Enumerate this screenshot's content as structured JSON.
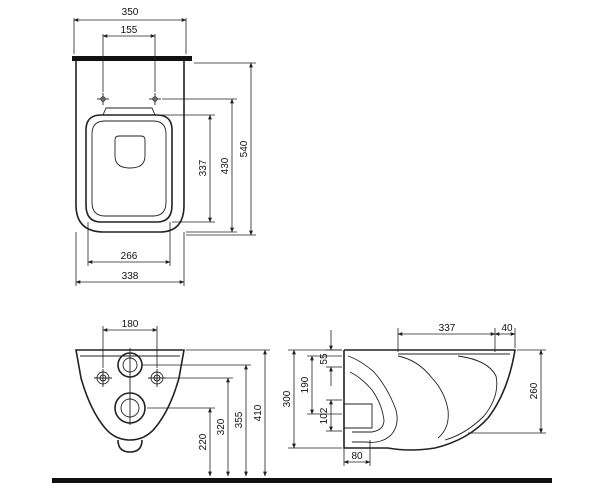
{
  "diagram": {
    "top_view": {
      "overall_width": "350",
      "bolt_spacing": "155",
      "seat_distance": "337",
      "bowl_length": "430",
      "overall_depth": "540",
      "inner_width": "266",
      "body_width": "338"
    },
    "front_view": {
      "fixing_spacing": "180",
      "outlet_height": "220",
      "fixing_low": "320",
      "fixing_high": "355",
      "overall_height": "410"
    },
    "side_view": {
      "projection": "337",
      "rim_offset": "40",
      "waste_height": "300",
      "pan_height": "190",
      "top_offset": "55",
      "waste_offset": "102",
      "waste_depth": "80",
      "bowl_height": "260"
    }
  },
  "colors": {
    "line": "#222222",
    "floor": "#111111",
    "background": "#ffffff"
  }
}
